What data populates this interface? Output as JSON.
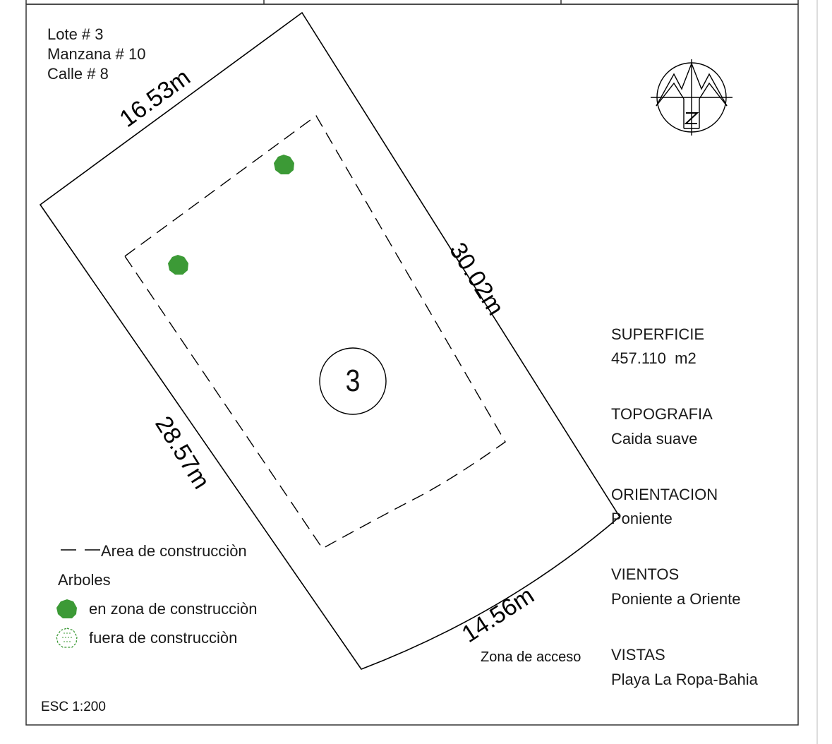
{
  "lot": {
    "lote": "Lote # 3",
    "manzana": "Manzana # 10",
    "calle": "Calle # 8",
    "number": "3"
  },
  "dimensions": {
    "top": "16.53m",
    "right": "30.02m",
    "left": "28.57m",
    "bottom": "14.56m"
  },
  "access_label": "Zona de acceso",
  "scale": "ESC 1:200",
  "legend": {
    "construction_area": "Area de construcciòn",
    "trees_title": "Arboles",
    "tree_inside": "en zona de construcciòn",
    "tree_outside": "fuera de construcciòn"
  },
  "info": [
    {
      "label": "SUPERFICIE",
      "value": "457.110  m2"
    },
    {
      "label": "TOPOGRAFIA",
      "value": "Caida suave"
    },
    {
      "label": "ORIENTACION",
      "value": "Poniente"
    },
    {
      "label": "VIENTOS",
      "value": "Poniente a Oriente"
    },
    {
      "label": "VISTAS",
      "value": "Playa La Ropa-Bahia"
    }
  ],
  "north_label": "N",
  "colors": {
    "tree": "#3c9a36",
    "tree_outside": "#3c9a36",
    "line": "#000000"
  }
}
